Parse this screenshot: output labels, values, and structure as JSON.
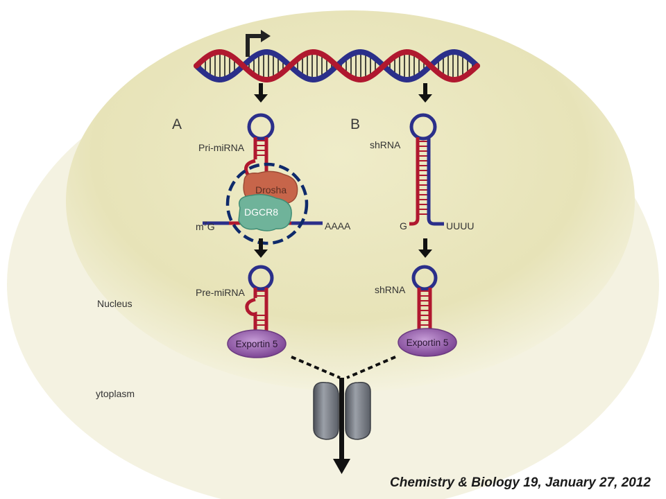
{
  "diagram": {
    "panel_a": {
      "letter": "A",
      "primary_label": "Pri-miRNA",
      "precursor_label": "Pre-miRNA",
      "enzyme_top": "Drosha",
      "enzyme_bottom": "DGCR8",
      "cap_label": "m",
      "cap_superscript": "7",
      "cap_suffix": "G",
      "tail_label": "AAAA",
      "exporter": "Exportin 5"
    },
    "panel_b": {
      "letter": "B",
      "primary_label": "shRNA",
      "precursor_label": "shRNA",
      "start_label": "G",
      "tail_label": "UUUU",
      "exporter": "Exportin 5"
    },
    "nucleus_label": "Nucleus",
    "cytoplasm_label": "ytoplasm",
    "colors": {
      "nucleus_fill": "#ece9c4",
      "strand_blue": "#2b2f8a",
      "strand_red": "#b0182f",
      "drosha": "#c7654a",
      "dgcr8": "#6fb39a",
      "exportin": "#9a65b0",
      "pore": "#6e737c",
      "highlight_circle": "#0f2a6b"
    }
  },
  "citation": "Chemistry & Biology 19, January 27, 2012"
}
